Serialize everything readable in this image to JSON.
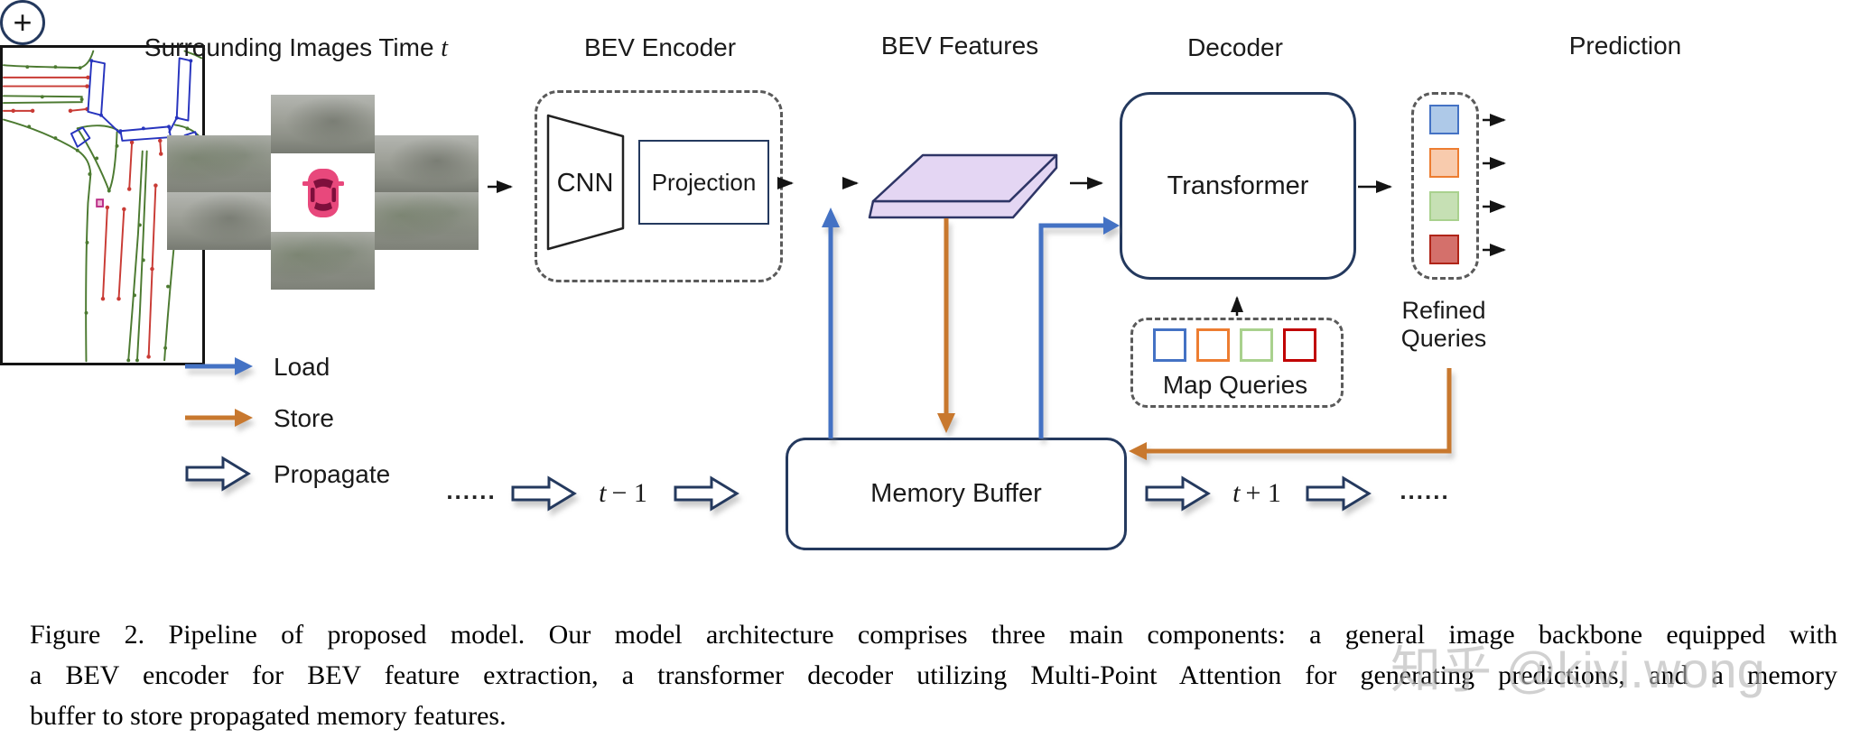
{
  "labels": {
    "surrounding": "Surrounding Images Time",
    "surrounding_var": "t",
    "bev_encoder": "BEV Encoder",
    "bev_features": "BEV Features",
    "decoder": "Decoder",
    "prediction": "Prediction"
  },
  "encoder": {
    "cnn": "CNN",
    "projection": "Projection"
  },
  "plus_symbol": "+",
  "transformer_label": "Transformer",
  "map_queries": {
    "label": "Map Queries"
  },
  "refined_queries": {
    "line1": "Refined",
    "line2": "Queries"
  },
  "memory_buffer_label": "Memory Buffer",
  "legend": {
    "load": "Load",
    "store": "Store",
    "propagate": "Propagate"
  },
  "timeline": {
    "dots_left": "......",
    "t_prev_var": "t",
    "t_prev_op": "− 1",
    "t_next_var": "t",
    "t_next_op": "+ 1",
    "dots_right": "......"
  },
  "caption": {
    "lines": [
      "Figure 2. Pipeline of proposed model. Our model architecture comprises three main components: a general image backbone equipped with",
      "a BEV encoder for BEV feature extraction, a transformer decoder utilizing Multi-Point Attention for generating predictions, and a memory",
      "buffer to store propagated memory features."
    ]
  },
  "watermark": "知乎 @kivi.wong",
  "colors": {
    "box_border_navy": "#24395E",
    "load_blue": "#4472C4",
    "store_orange": "#C8782E",
    "dash_gray": "#5A5A5A",
    "bev_feature_fill": "#E4D6F3",
    "query_blue": "#4472C4",
    "query_orange": "#ED7D31",
    "query_green": "#A9D18E",
    "query_red": "#C00000",
    "refined_fill_blue": "#AEC9E8",
    "refined_fill_orange": "#F8CBAD",
    "refined_fill_green": "#C6E0B4",
    "refined_fill_red": "#D4706B",
    "pred_green": "#4C7A31",
    "pred_red": "#C93B35",
    "pred_blue": "#2734BE",
    "pred_magenta": "#BB2E87",
    "car_pink": "#E8487C"
  }
}
